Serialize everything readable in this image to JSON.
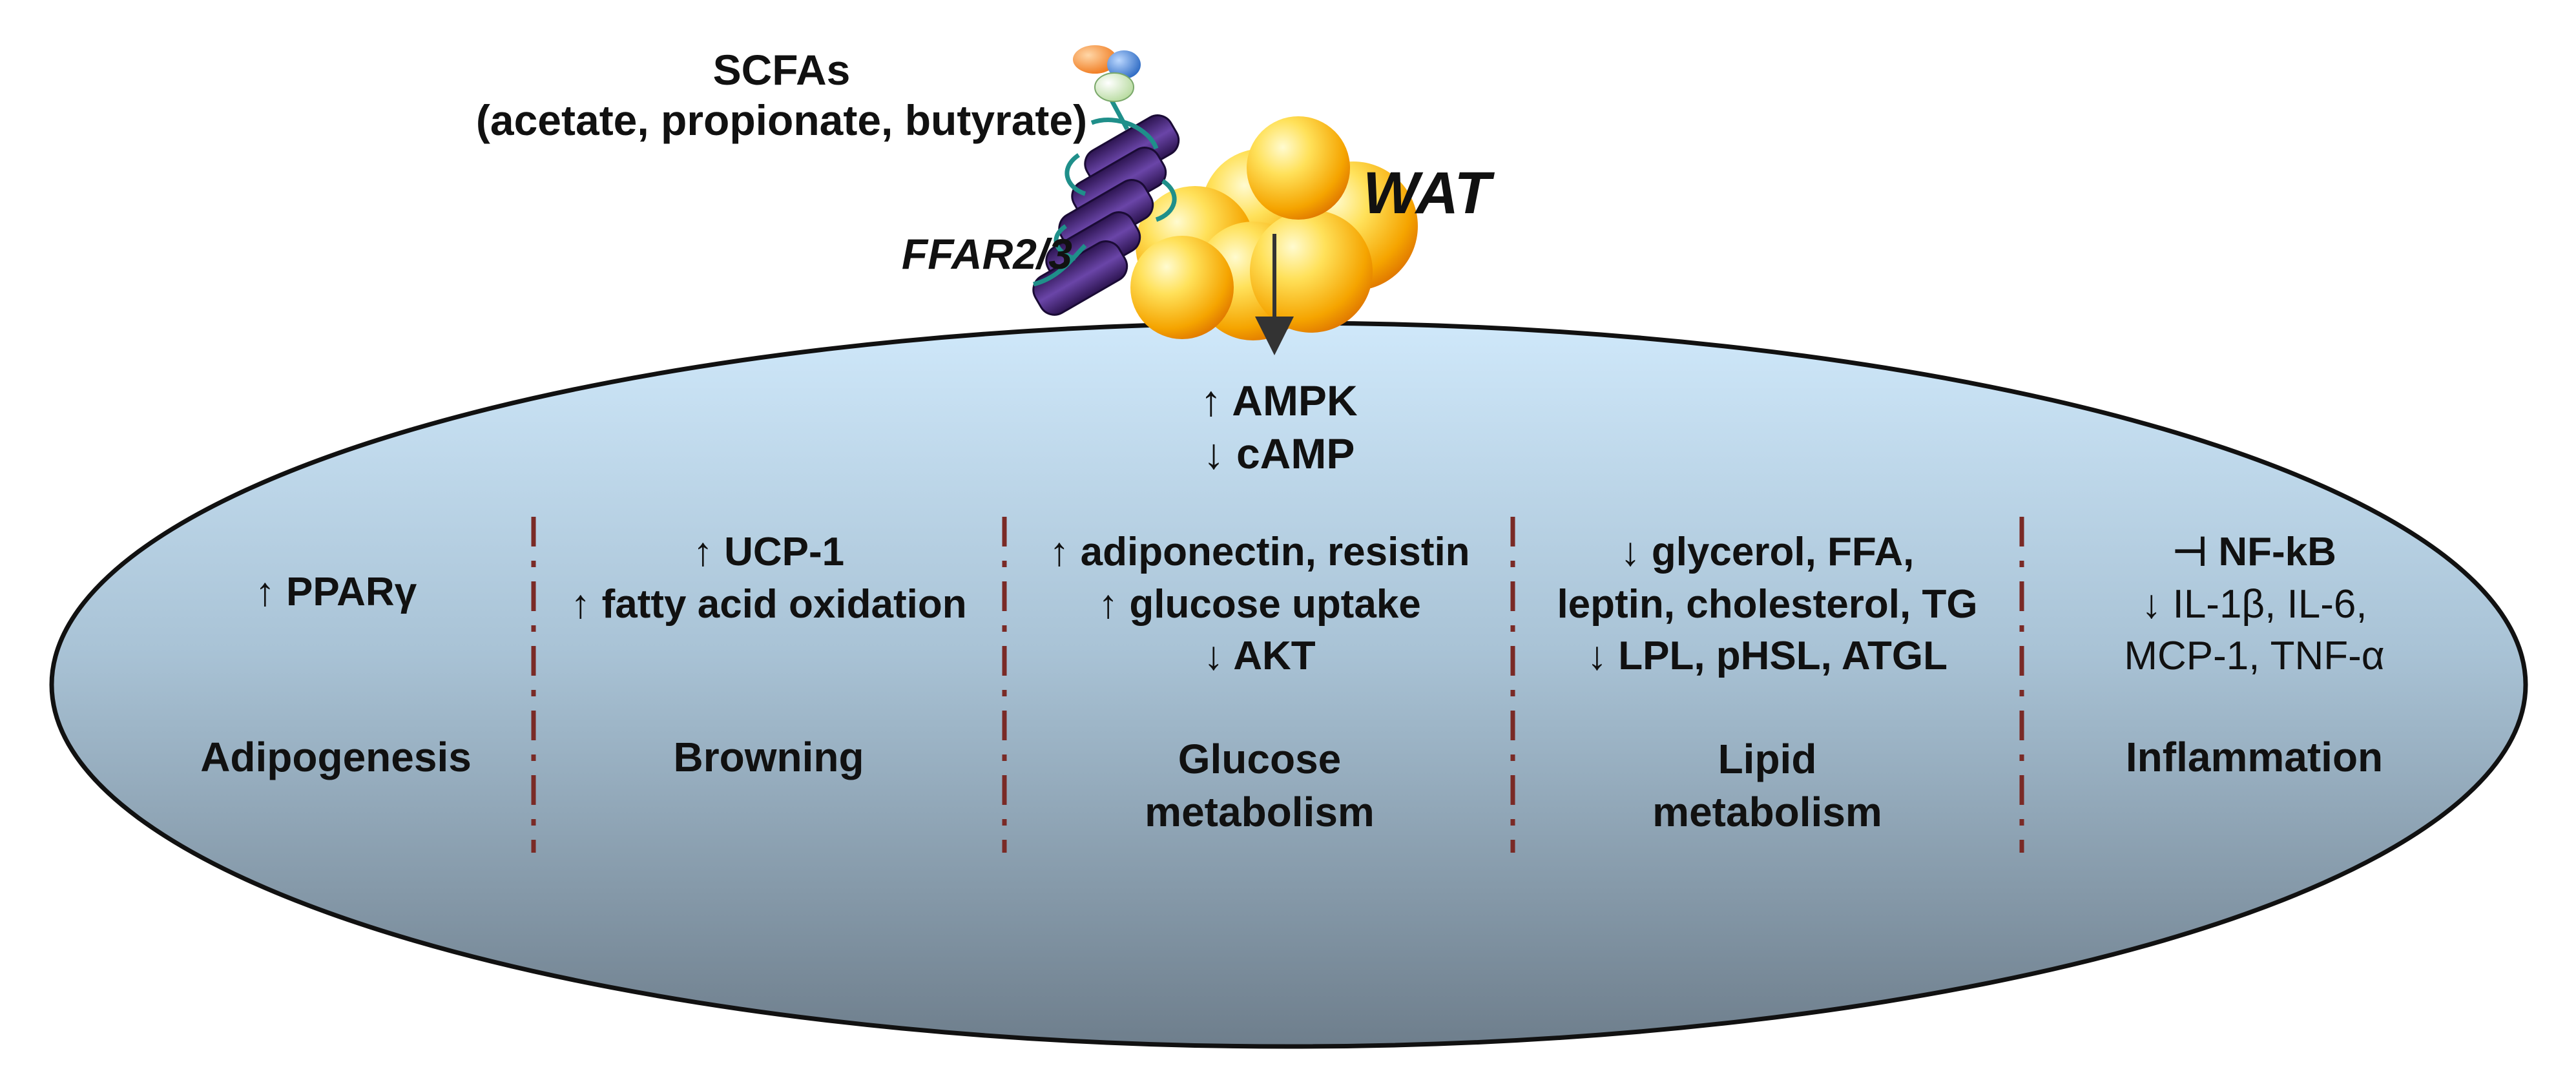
{
  "header": {
    "scfas_title": "SCFAs",
    "scfas_subtitle": "(acetate, propionate, butyrate)",
    "receptor_label": "FFAR2/3",
    "tissue_label": "WAT"
  },
  "signals": {
    "line1": "↑ AMPK",
    "line2": "↓ cAMP"
  },
  "sections": [
    {
      "id": "adipogenesis",
      "effects": [
        "↑ PPARγ"
      ],
      "category": [
        "Adipogenesis"
      ]
    },
    {
      "id": "browning",
      "effects": [
        "↑ UCP-1",
        "↑ fatty acid oxidation"
      ],
      "category": [
        "Browning"
      ]
    },
    {
      "id": "glucose",
      "effects": [
        "↑ adiponectin, resistin",
        "↑ glucose uptake",
        "↓ AKT"
      ],
      "category": [
        "Glucose",
        "metabolism"
      ]
    },
    {
      "id": "lipid",
      "effects": [
        "↓ glycerol, FFA,",
        "leptin, cholesterol, TG",
        "↓ LPL, pHSL, ATGL"
      ],
      "category": [
        "Lipid",
        "metabolism"
      ]
    },
    {
      "id": "inflammation",
      "effects": [
        "⊣ NF-kB",
        "↓ IL-1β, IL-6,",
        "MCP-1, TNF-α"
      ],
      "category": [
        "Inflammation"
      ]
    }
  ],
  "colors": {
    "ellipse_top": "#cfe8fa",
    "ellipse_bottom": "#6e7e8c",
    "divider": "#7a2a26",
    "receptor": "#4b2a7e",
    "adipocyte": "#f5a400",
    "ligand_orange": "#f07a1e",
    "ligand_blue": "#3f7fd6",
    "ligand_green": "#cde9b8"
  }
}
